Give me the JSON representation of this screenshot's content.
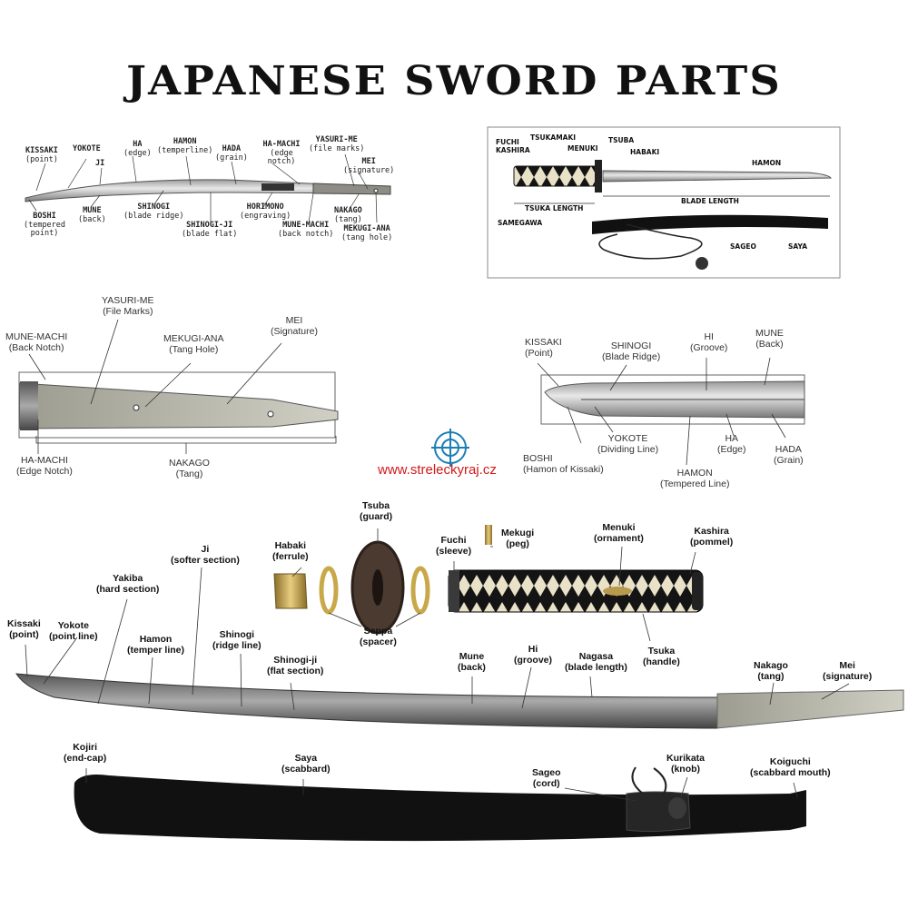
{
  "title": "JAPANESE SWORD PARTS",
  "watermark": {
    "url": "www.streleckyraj.cz",
    "color": "#d11a1a",
    "logo_color": "#1a7fb5"
  },
  "panel_top_left": {
    "labels": [
      {
        "id": "kissaki",
        "name": "KISSAKI",
        "desc": "(point)"
      },
      {
        "id": "yokote",
        "name": "YOKOTE",
        "desc": ""
      },
      {
        "id": "ji",
        "name": "JI",
        "desc": ""
      },
      {
        "id": "ha",
        "name": "HA",
        "desc": "(edge)"
      },
      {
        "id": "hamon",
        "name": "HAMON",
        "desc": "(temperline)"
      },
      {
        "id": "hada",
        "name": "HADA",
        "desc": "(grain)"
      },
      {
        "id": "ha-machi",
        "name": "HA-MACHI",
        "desc": "(edge notch)"
      },
      {
        "id": "yasuri-me",
        "name": "YASURI-ME",
        "desc": "(file marks)"
      },
      {
        "id": "mei",
        "name": "MEI",
        "desc": "(signature)"
      },
      {
        "id": "boshi",
        "name": "BOSHI",
        "desc": "(tempered point)"
      },
      {
        "id": "mune",
        "name": "MUNE",
        "desc": "(back)"
      },
      {
        "id": "shinogi",
        "name": "SHINOGI",
        "desc": "(blade ridge)"
      },
      {
        "id": "shinogi-ji",
        "name": "SHINOGI-JI",
        "desc": "(blade flat)"
      },
      {
        "id": "horimono",
        "name": "HORIMONO",
        "desc": "(engraving)"
      },
      {
        "id": "mune-machi",
        "name": "MUNE-MACHI",
        "desc": "(back notch)"
      },
      {
        "id": "nakago",
        "name": "NAKAGO",
        "desc": "(tang)"
      },
      {
        "id": "mekugi-ana",
        "name": "MEKUGI-ANA",
        "desc": "(tang hole)"
      }
    ]
  },
  "panel_top_right": {
    "labels": [
      "FUCHI",
      "KASHIRA",
      "TSUKAMAKI",
      "MENUKI",
      "TSUBA",
      "HABAKI",
      "HAMON",
      "BLADE LENGTH",
      "TSUKA LENGTH",
      "SAMEGAWA",
      "SAGEO",
      "SAYA"
    ]
  },
  "panel_middle_left": {
    "labels": [
      {
        "name": "YASURI-ME",
        "desc": "(File Marks)"
      },
      {
        "name": "MUNE-MACHI",
        "desc": "(Back Notch)"
      },
      {
        "name": "MEKUGI-ANA",
        "desc": "(Tang Hole)"
      },
      {
        "name": "MEI",
        "desc": "(Signature)"
      },
      {
        "name": "HA-MACHI",
        "desc": "(Edge Notch)"
      },
      {
        "name": "NAKAGO",
        "desc": "(Tang)"
      }
    ]
  },
  "panel_middle_right": {
    "labels": [
      {
        "name": "KISSAKI",
        "desc": "(Point)"
      },
      {
        "name": "SHINOGI",
        "desc": "(Blade Ridge)"
      },
      {
        "name": "HI",
        "desc": "(Groove)"
      },
      {
        "name": "MUNE",
        "desc": "(Back)"
      },
      {
        "name": "YOKOTE",
        "desc": "(Dividing Line)"
      },
      {
        "name": "HA",
        "desc": "(Edge)"
      },
      {
        "name": "HADA",
        "desc": "(Grain)"
      },
      {
        "name": "BOSHI",
        "desc": "(Hamon of Kissaki)"
      },
      {
        "name": "HAMON",
        "desc": "(Tempered Line)"
      }
    ]
  },
  "panel_bottom": {
    "labels": [
      {
        "name": "Tsuba",
        "desc": "(guard)"
      },
      {
        "name": "Habaki",
        "desc": "(ferrule)"
      },
      {
        "name": "Fuchi",
        "desc": "(sleeve)"
      },
      {
        "name": "Mekugi",
        "desc": "(peg)"
      },
      {
        "name": "Menuki",
        "desc": "(ornament)"
      },
      {
        "name": "Kashira",
        "desc": "(pommel)"
      },
      {
        "name": "Ji",
        "desc": "(softer section)"
      },
      {
        "name": "Yakiba",
        "desc": "(hard section)"
      },
      {
        "name": "Kissaki",
        "desc": "(point)"
      },
      {
        "name": "Yokote",
        "desc": "(point line)"
      },
      {
        "name": "Hamon",
        "desc": "(temper line)"
      },
      {
        "name": "Shinogi",
        "desc": "(ridge line)"
      },
      {
        "name": "Shinogi-ji",
        "desc": "(flat section)"
      },
      {
        "name": "Seppa",
        "desc": "(spacer)"
      },
      {
        "name": "Mune",
        "desc": "(back)"
      },
      {
        "name": "Hi",
        "desc": "(groove)"
      },
      {
        "name": "Nagasa",
        "desc": "(blade length)"
      },
      {
        "name": "Tsuka",
        "desc": "(handle)"
      },
      {
        "name": "Nakago",
        "desc": "(tang)"
      },
      {
        "name": "Mei",
        "desc": "(signature)"
      },
      {
        "name": "Kojiri",
        "desc": "(end-cap)"
      },
      {
        "name": "Saya",
        "desc": "(scabbard)"
      },
      {
        "name": "Sageo",
        "desc": "(cord)"
      },
      {
        "name": "Kurikata",
        "desc": "(knob)"
      },
      {
        "name": "Koiguchi",
        "desc": "(scabbard mouth)"
      }
    ]
  }
}
